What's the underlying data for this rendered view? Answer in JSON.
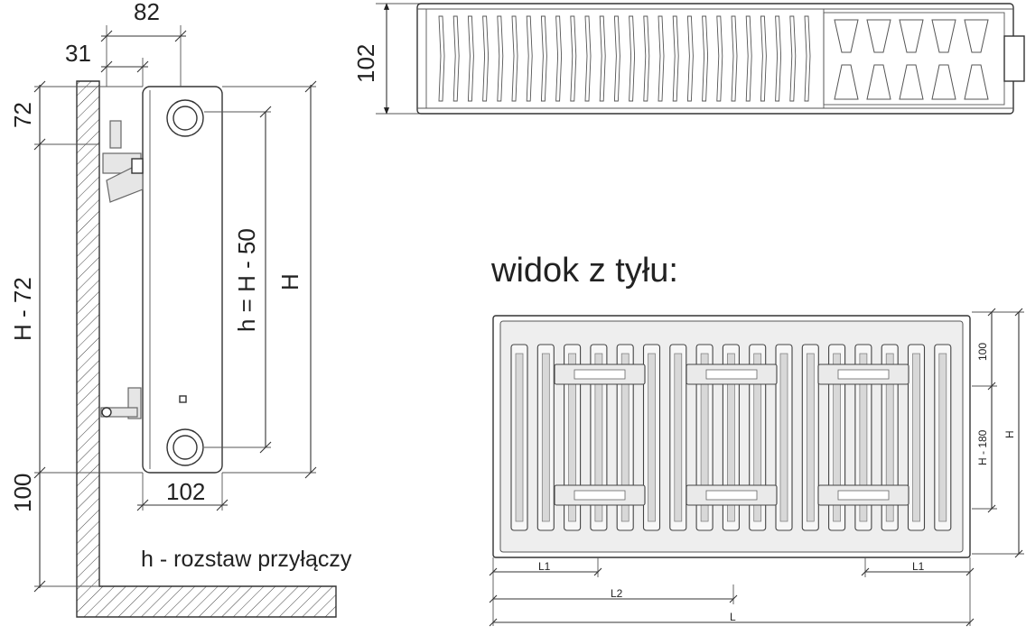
{
  "side_view": {
    "dim_depth_total": "82",
    "dim_wall_offset": "31",
    "dim_top": "72",
    "dim_height_minus": "H - 72",
    "dim_bottom": "100",
    "dim_bottom_depth": "102",
    "dim_connection": "h = H - 50",
    "dim_height": "H",
    "caption": "h - rozstaw przyłączy"
  },
  "top_view": {
    "dim_depth": "102"
  },
  "back_view": {
    "heading": "widok z tyłu:",
    "dim_top": "100",
    "dim_middle": "H - 180",
    "dim_height": "H",
    "dim_l1_left": "L1",
    "dim_l1_right": "L1",
    "dim_l2": "L2",
    "dim_l": "L"
  },
  "colors": {
    "line": "#333333",
    "fill_light": "#e6e6e6",
    "background": "#ffffff"
  }
}
